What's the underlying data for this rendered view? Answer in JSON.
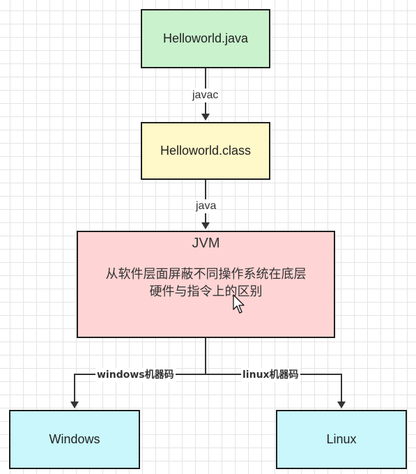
{
  "nodes": {
    "source_file": "Helloworld.java",
    "class_file": "Helloworld.class",
    "jvm_title": "JVM",
    "jvm_desc_line1": "从软件层面屏蔽不同操作系统在底层",
    "jvm_desc_line2": "硬件与指令上的区别",
    "windows": "Windows",
    "linux": "Linux"
  },
  "edges": {
    "compile_label": "javac",
    "run_label": "java",
    "windows_label": "windows机器码",
    "linux_label": "linux机器码"
  },
  "colors": {
    "source_fill": "#c9f2cd",
    "class_fill": "#fff8c8",
    "jvm_fill": "#ffd4d4",
    "os_fill": "#c9f7fb",
    "line": "#333333"
  }
}
